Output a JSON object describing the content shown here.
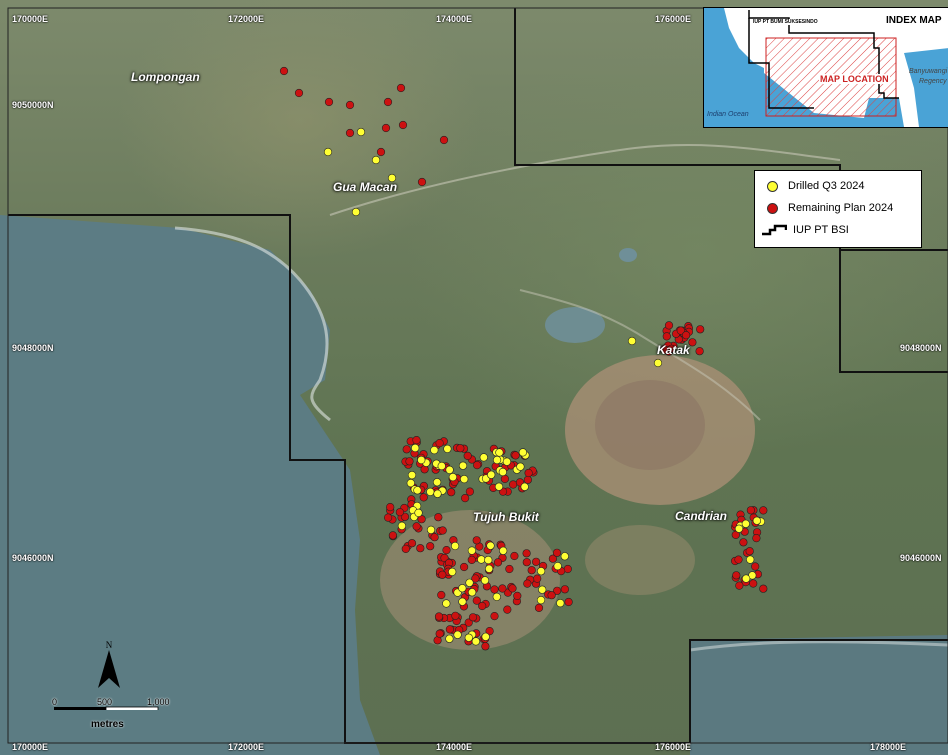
{
  "grid_labels": {
    "top": [
      "170000E",
      "172000E",
      "174000E",
      "176000E"
    ],
    "bottom": [
      "170000E",
      "172000E",
      "174000E",
      "176000E",
      "178000E"
    ],
    "left": [
      "9050000N",
      "9048000N",
      "9046000N"
    ],
    "right": [
      "9048000N",
      "9046000N"
    ]
  },
  "place_labels": {
    "lompongan": "Lompongan",
    "gua_macan": "Gua Macan",
    "katak": "Katak",
    "tujuh_bukit": "Tujuh Bukit",
    "candrian": "Candrian"
  },
  "legend": {
    "drilled": "Drilled Q3 2024",
    "remaining": "Remaining Plan 2024",
    "iup": "IUP PT BSI"
  },
  "index_map": {
    "title": "INDEX MAP",
    "iup_label": "IUP PT BUMI SUKSESINDO",
    "map_location": "MAP LOCATION",
    "banyuwangi": "Banyuwangi",
    "regency": "Regency",
    "indian_ocean": "Indian Ocean"
  },
  "scale_bar": {
    "ticks": [
      "0",
      "500",
      "1,000"
    ],
    "unit": "metres"
  },
  "north_arrow": "N",
  "colors": {
    "drilled": "#ffff33",
    "remaining": "#cc1111",
    "boundary": "#111111",
    "sea": "#5f7f86"
  }
}
